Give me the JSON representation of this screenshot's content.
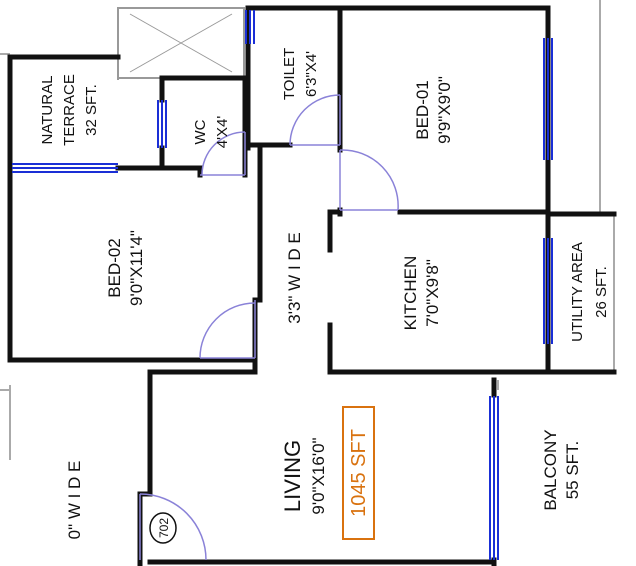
{
  "rooms": {
    "natural_terrace": {
      "name": "NATURAL",
      "name2": "TERRACE",
      "area": "32 SFT."
    },
    "wc": {
      "name": "WC",
      "size": "4'X4'"
    },
    "toilet": {
      "name": "TOILET",
      "size": "6'3\"X4'"
    },
    "bed01": {
      "name": "BED-01",
      "size": "9'9\"X9'0\""
    },
    "bed02": {
      "name": "BED-02",
      "size": "9'0\"X11'4\""
    },
    "kitchen": {
      "name": "KITCHEN",
      "size": "7'0\"X9'8\""
    },
    "utility": {
      "name": "UTILITY AREA",
      "area": "26 SFT."
    },
    "corridor": {
      "label": "3'3\" W I D E"
    },
    "living": {
      "name": "LIVING",
      "size": "9'0\"X16'0\""
    },
    "balcony": {
      "name": "BALCONY",
      "area": "55 SFT."
    },
    "outer_corridor": {
      "label": "0\"  W I D E"
    }
  },
  "unit": {
    "number": "702",
    "total_area": "1045 SFT"
  },
  "colors": {
    "wall": "#111111",
    "window": "#1a2fd6",
    "door": "#8a82d8",
    "area_box": "#d9720f",
    "duct": "#999999"
  }
}
